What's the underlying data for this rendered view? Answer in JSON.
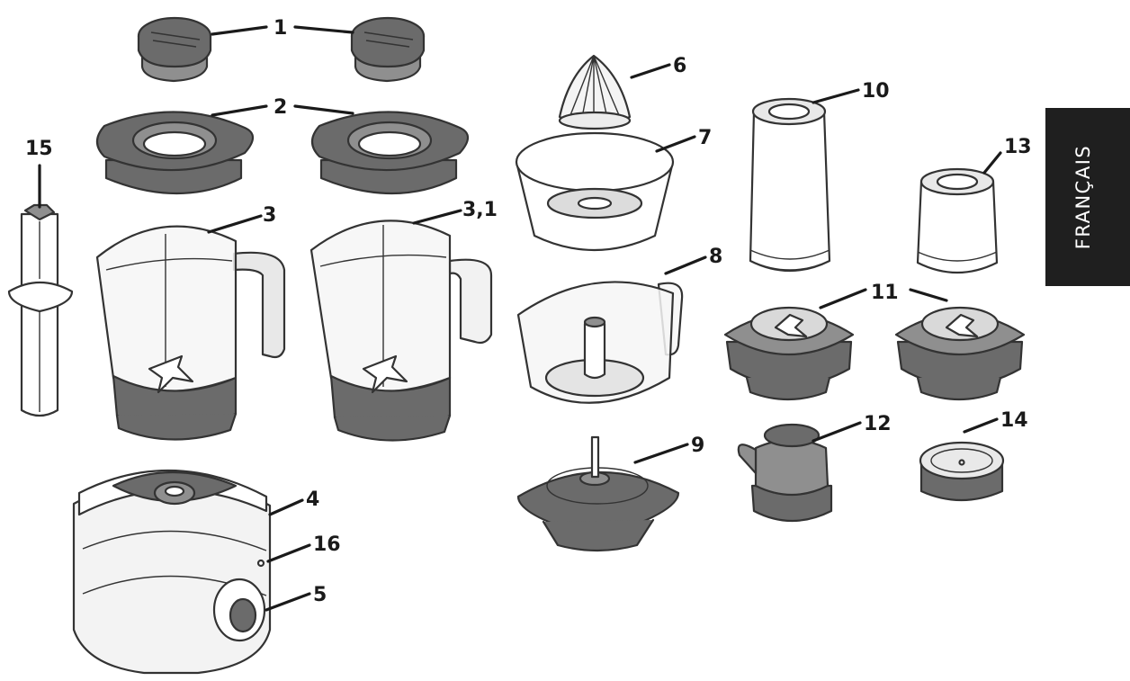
{
  "language_tab": {
    "label": "FRANÇAIS",
    "background": "#1f1f1f",
    "text_color": "#ffffff"
  },
  "callouts": [
    "1",
    "2",
    "3",
    "3,1",
    "4",
    "5",
    "6",
    "7",
    "8",
    "9",
    "10",
    "11",
    "12",
    "13",
    "14",
    "15",
    "16"
  ],
  "colors": {
    "ink": "#1a1a1a",
    "dark_part": "#6b6b6b",
    "light_part": "#d2d2d2"
  }
}
